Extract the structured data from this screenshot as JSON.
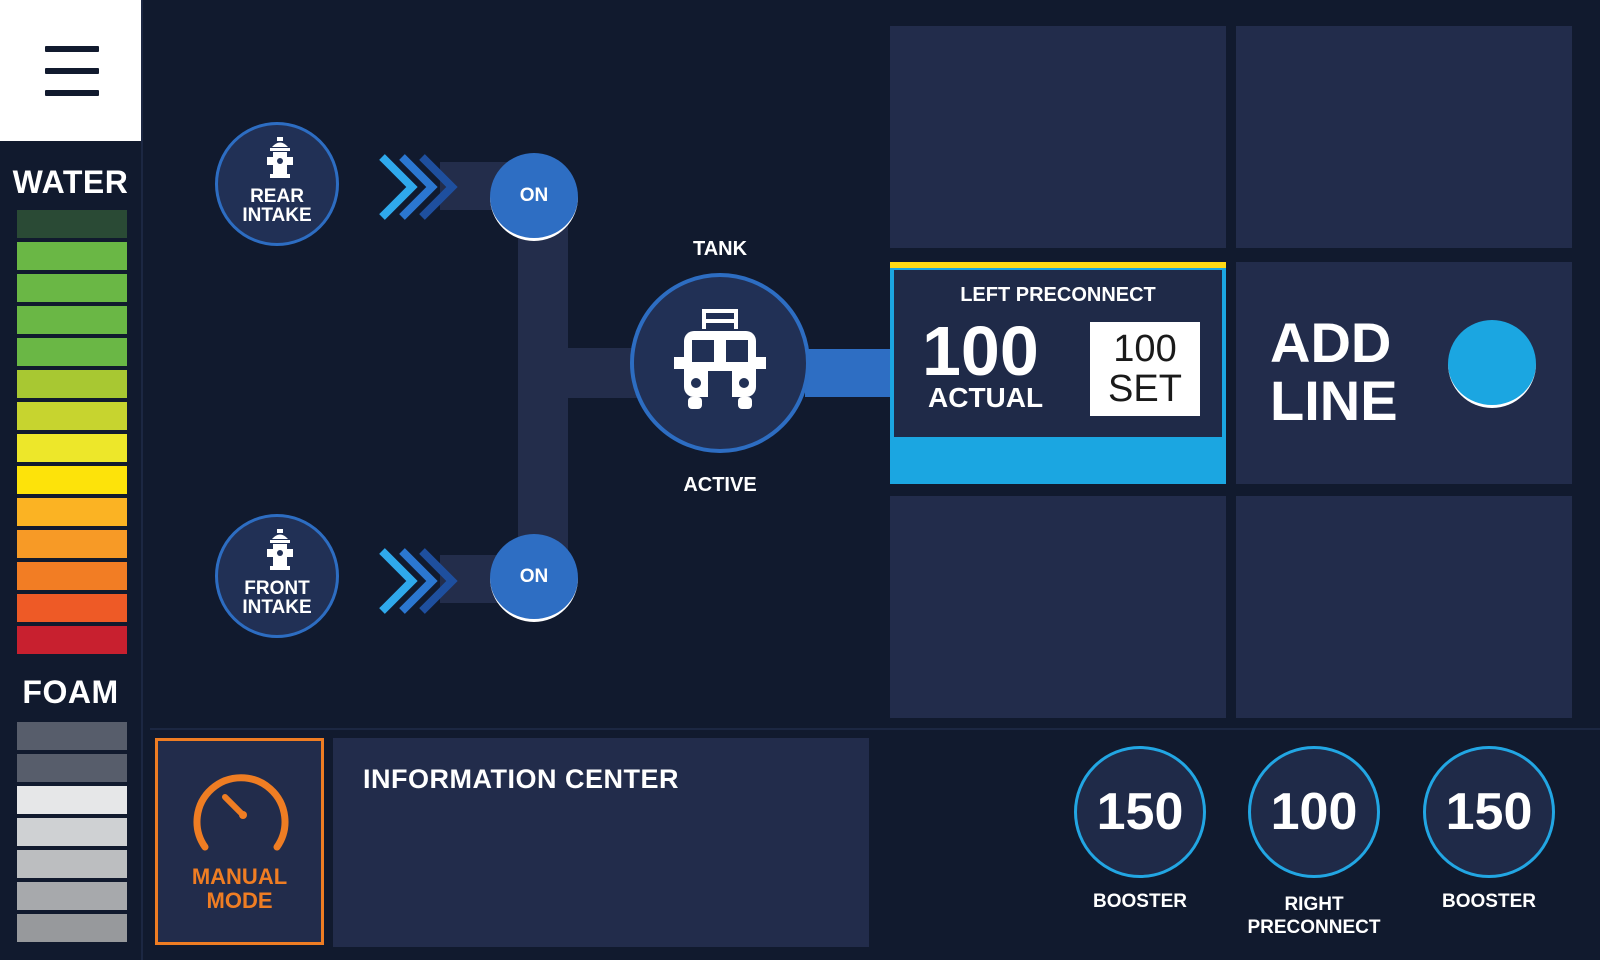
{
  "sidebar": {
    "water_label": "WATER",
    "foam_label": "FOAM",
    "water_level_colors": [
      "#2a4a35",
      "#6ab745",
      "#6ab745",
      "#6ab745",
      "#6ab745",
      "#a8c832",
      "#c7d42f",
      "#ede72a",
      "#fde30a",
      "#fbb323",
      "#f79a26",
      "#f27d24",
      "#ee5a26",
      "#c8202f"
    ],
    "foam_level_colors": [
      "#575d6b",
      "#575d6b",
      "#e6e7e8",
      "#cfd1d3",
      "#bcbec0",
      "#a7a9ac",
      "#97999c"
    ]
  },
  "intakes": {
    "rear": {
      "line1": "REAR",
      "line2": "INTAKE",
      "status": "ON"
    },
    "front": {
      "line1": "FRONT",
      "line2": "INTAKE",
      "status": "ON"
    }
  },
  "tank": {
    "label": "TANK",
    "status": "ACTIVE"
  },
  "left_preconnect": {
    "title": "LEFT PRECONNECT",
    "actual_value": "100",
    "actual_label": "ACTUAL",
    "set_value": "100",
    "set_label": "SET"
  },
  "add_line": {
    "line1": "ADD",
    "line2": "LINE"
  },
  "manual_mode": {
    "line1": "MANUAL",
    "line2": "MODE"
  },
  "info_center": {
    "title": "INFORMATION CENTER"
  },
  "discharges": [
    {
      "value": "150",
      "label1": "BOOSTER",
      "label2": ""
    },
    {
      "value": "100",
      "label1": "RIGHT",
      "label2": "PRECONNECT"
    },
    {
      "value": "150",
      "label1": "BOOSTER",
      "label2": ""
    }
  ],
  "colors": {
    "background": "#111a2e",
    "accent_blue": "#2e6ec3",
    "active_cyan": "#1ba6e1",
    "warning_yellow": "#ffd914",
    "manual_orange": "#ef7d23"
  },
  "icons": {
    "menu": "hamburger-icon",
    "intake": "fire-hydrant-icon",
    "tank": "fire-truck-icon",
    "manual": "speedometer-icon",
    "flow": "chevron-right-icon"
  }
}
